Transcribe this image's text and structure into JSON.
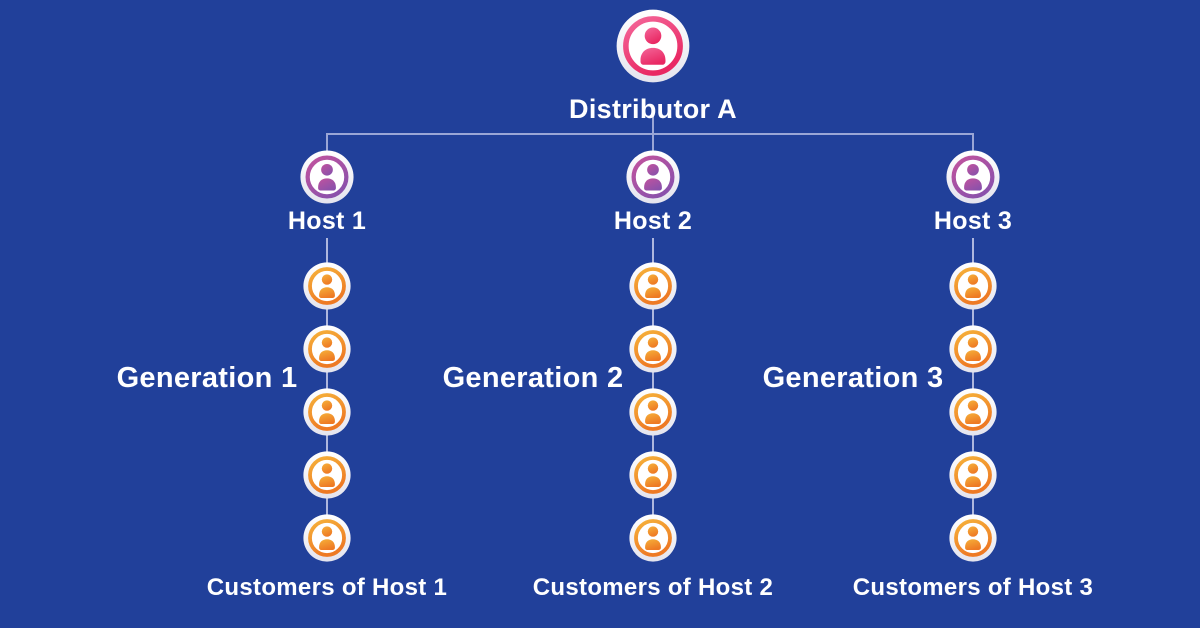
{
  "title": "Distributor hosting hierarchy diagram",
  "colors": {
    "background": "#21409A",
    "connector_line": "#9AA6D6",
    "distributor_ring": "#EC3D6F",
    "distributor_person_gradient": [
      "#F4679A",
      "#E92863"
    ],
    "host_ring_gradient": [
      "#C2539E",
      "#8A51AB"
    ],
    "customer_ring_gradient": [
      "#F6B13A",
      "#EE7A24"
    ],
    "icon_disc": "#FFFFFF",
    "label_text": "#FFFFFF"
  },
  "root": {
    "label": "Distributor A",
    "icon": "person-icon"
  },
  "columns": [
    {
      "host_label": "Host 1",
      "generation_label": "Generation 1",
      "customers_label": "Customers of Host 1",
      "customer_count": 5
    },
    {
      "host_label": "Host 2",
      "generation_label": "Generation 2",
      "customers_label": "Customers of Host 2",
      "customer_count": 5
    },
    {
      "host_label": "Host 3",
      "generation_label": "Generation 3",
      "customers_label": "Customers of Host 3",
      "customer_count": 5
    }
  ]
}
